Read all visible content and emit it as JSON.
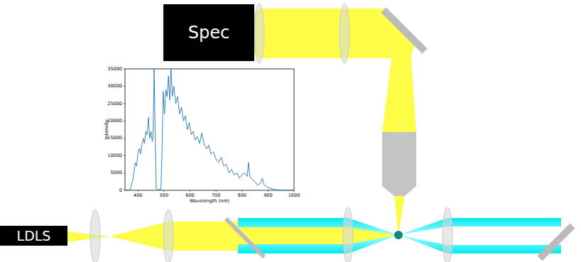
{
  "diagram": {
    "nodes": [
      {
        "text": [
          "Spec"
        ]
      },
      {
        "text": [
          "LDLS"
        ]
      }
    ],
    "labels": [
      "0",
      "5000",
      "10000",
      "15000",
      "20000",
      "25000",
      "30000",
      "35000",
      "400",
      "500",
      "600",
      "700",
      "800",
      "900",
      "1000",
      "Wavelength (nm)",
      "Intensity"
    ]
  }
}
